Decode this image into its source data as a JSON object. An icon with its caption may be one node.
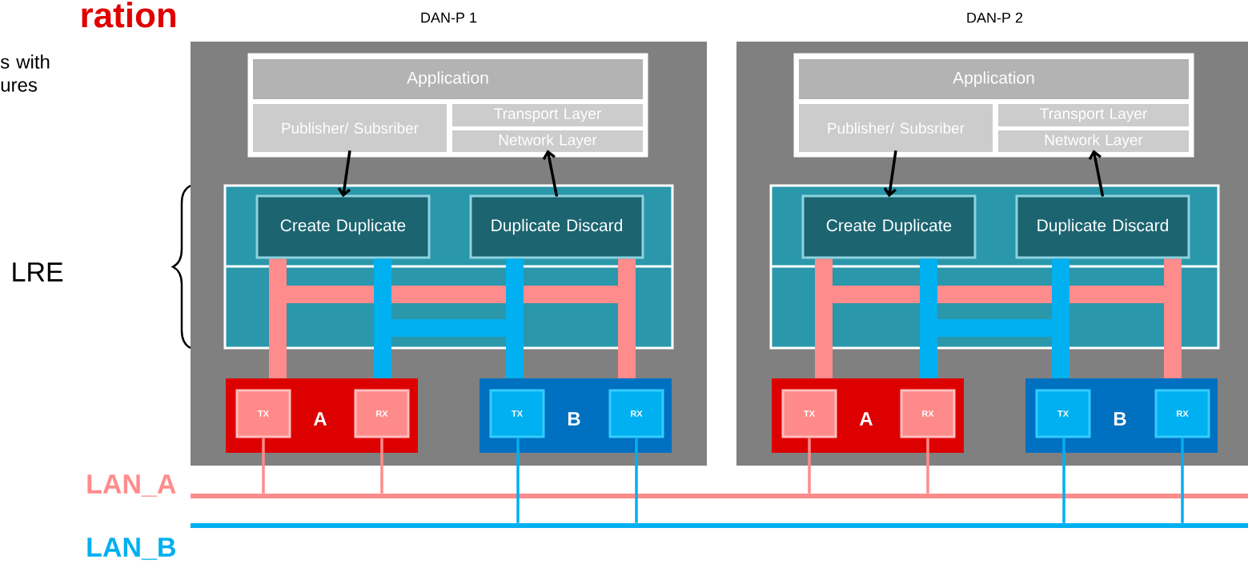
{
  "diagram": {
    "title": "ration",
    "nodes": [
      {
        "text": [
          "DAN-P 1"
        ]
      },
      {
        "text": [],
        "shape": "box",
        "in": 0
      },
      {
        "text": [
          "Application"
        ],
        "in": 1
      },
      {
        "text": [
          "Publisher/ Subsriber"
        ],
        "in": 1
      },
      {
        "text": [
          "Transport Layer"
        ],
        "in": 1
      },
      {
        "text": [
          "Network Layer"
        ],
        "in": 1
      },
      {
        "text": [],
        "shape": "box",
        "in": 0
      },
      {
        "text": [
          "Create Duplicate"
        ],
        "in": 6
      },
      {
        "text": [
          "Duplicate Discard"
        ],
        "in": 6
      },
      {
        "text": [
          "A"
        ],
        "in": 0
      },
      {
        "text": [
          "TX"
        ],
        "in": 9
      },
      {
        "text": [
          "RX"
        ],
        "in": 9
      },
      {
        "text": [
          "B"
        ],
        "in": 0
      },
      {
        "text": [
          "TX"
        ],
        "in": 12
      },
      {
        "text": [
          "RX"
        ],
        "in": 12
      },
      {
        "text": [
          "DAN-P 2"
        ]
      },
      {
        "text": [],
        "shape": "box",
        "in": 15
      },
      {
        "text": [
          "Application"
        ],
        "in": 16
      },
      {
        "text": [
          "Publisher/ Subsriber"
        ],
        "in": 16
      },
      {
        "text": [
          "Transport Layer"
        ],
        "in": 16
      },
      {
        "text": [
          "Network Layer"
        ],
        "in": 16
      },
      {
        "text": [],
        "shape": "box",
        "in": 15
      },
      {
        "text": [
          "Create Duplicate"
        ],
        "in": 21
      },
      {
        "text": [
          "Duplicate Discard"
        ],
        "in": 21
      },
      {
        "text": [
          "A"
        ],
        "in": 15
      },
      {
        "text": [
          "TX"
        ],
        "in": 24
      },
      {
        "text": [
          "RX"
        ],
        "in": 24
      },
      {
        "text": [
          "B"
        ],
        "in": 15
      },
      {
        "text": [
          "TX"
        ],
        "in": 27
      },
      {
        "text": [
          "RX"
        ],
        "in": 27
      },
      {
        "text": [],
        "shape": "bar",
        "beside": [
          "LAN_A"
        ]
      },
      {
        "text": [],
        "shape": "bar",
        "beside": [
          "LAN_B"
        ]
      },
      {
        "text": [],
        "shape": "bar",
        "in": 6
      },
      {
        "text": [],
        "shape": "bar",
        "in": 6
      },
      {
        "text": [],
        "shape": "bar",
        "in": 21
      },
      {
        "text": [],
        "shape": "bar",
        "in": 21
      }
    ],
    "edges": [
      {
        "from": 3,
        "to": 7,
        "arrow": "to",
        "color": "#000000"
      },
      {
        "from": 8,
        "to": 5,
        "arrow": "to",
        "color": "#000000"
      },
      {
        "from": 7,
        "to": 9,
        "arrow": "none",
        "style": "thick",
        "color": "#ff8c8c"
      },
      {
        "from": 7,
        "to": 9,
        "arrow": "none",
        "style": "thick",
        "color": "#00b0f0"
      },
      {
        "from": 8,
        "to": 12,
        "arrow": "none",
        "style": "thick",
        "color": "#00b0f0"
      },
      {
        "from": 8,
        "to": 12,
        "arrow": "none",
        "style": "thick",
        "color": "#ff8c8c"
      },
      {
        "from": 10,
        "to": 30,
        "arrow": "none",
        "color": "#ff8c8c"
      },
      {
        "from": 11,
        "to": 30,
        "arrow": "none",
        "color": "#ff8c8c"
      },
      {
        "from": 13,
        "to": 31,
        "arrow": "none",
        "color": "#00b0f0"
      },
      {
        "from": 14,
        "to": 31,
        "arrow": "none",
        "color": "#00b0f0"
      },
      {
        "from": 18,
        "to": 22,
        "arrow": "to",
        "color": "#000000"
      },
      {
        "from": 23,
        "to": 20,
        "arrow": "to",
        "color": "#000000"
      },
      {
        "from": 22,
        "to": 24,
        "arrow": "none",
        "style": "thick",
        "color": "#ff8c8c"
      },
      {
        "from": 22,
        "to": 24,
        "arrow": "none",
        "style": "thick",
        "color": "#00b0f0"
      },
      {
        "from": 23,
        "to": 27,
        "arrow": "none",
        "style": "thick",
        "color": "#00b0f0"
      },
      {
        "from": 23,
        "to": 27,
        "arrow": "none",
        "style": "thick",
        "color": "#ff8c8c"
      },
      {
        "from": 25,
        "to": 30,
        "arrow": "none",
        "color": "#ff8c8c"
      },
      {
        "from": 26,
        "to": 30,
        "arrow": "none",
        "color": "#ff8c8c"
      },
      {
        "from": 28,
        "to": 31,
        "arrow": "none",
        "color": "#00b0f0"
      },
      {
        "from": 29,
        "to": 31,
        "arrow": "none",
        "color": "#00b0f0"
      }
    ],
    "labels": [
      "s with ures",
      "LRE"
    ]
  }
}
